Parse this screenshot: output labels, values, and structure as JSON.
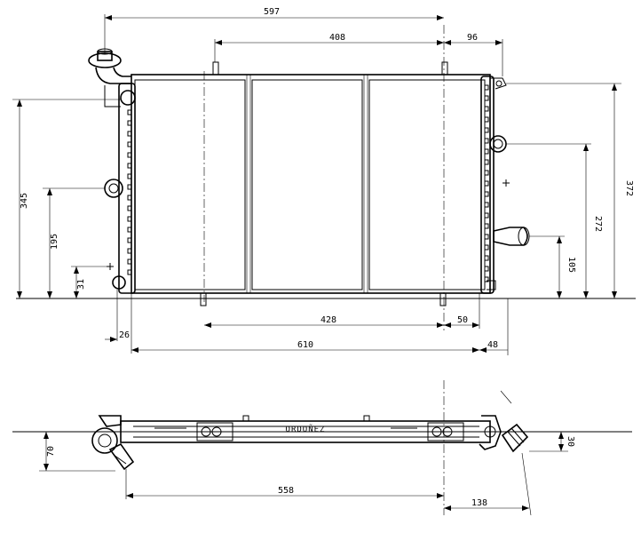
{
  "dimensions": {
    "overall_width": "597",
    "neck_to_right": "408",
    "right_offset": "96",
    "height_total": "372",
    "height_upper_port": "272",
    "height_lower_port": "105",
    "height_left": "345",
    "height_left_port": "195",
    "height_drain": "31",
    "mount_spacing": "428",
    "mount_right": "50",
    "left_offset": "26",
    "core_width": "610",
    "right_tank": "48",
    "depth_left": "70",
    "depth_right": "30",
    "side_width": "558",
    "side_right": "138"
  },
  "labels": {
    "brand": "ORDOÑEZ"
  }
}
